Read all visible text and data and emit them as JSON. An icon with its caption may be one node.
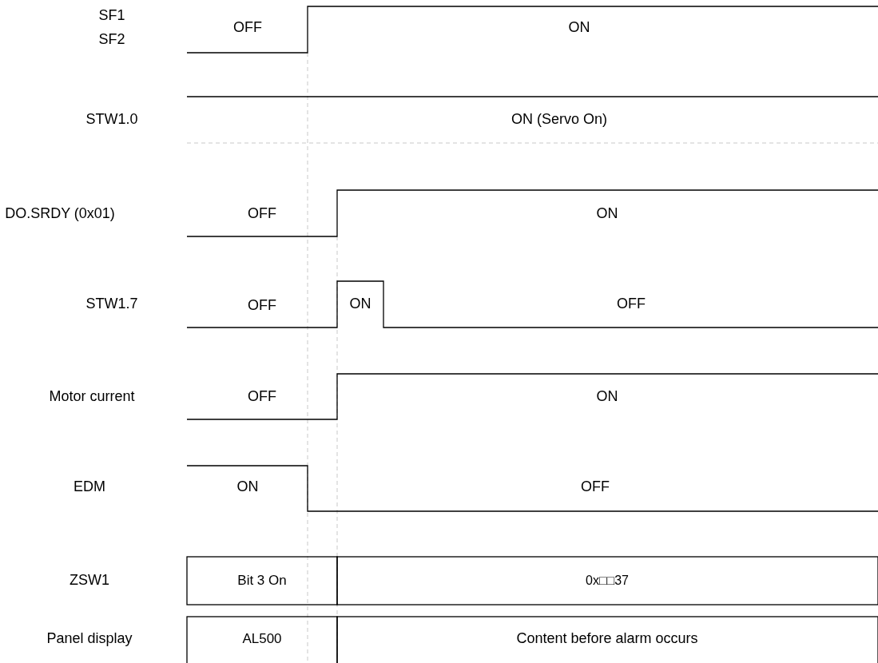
{
  "diagram": {
    "labels": [
      "SF1 SF2",
      "OFF",
      "ON",
      "STW1.0",
      "ON (Servo On)",
      "DO.SRDY (0x01)",
      "OFF",
      "ON",
      "STW1.7",
      "OFF",
      "ON",
      "OFF",
      "Motor current",
      "OFF",
      "ON",
      "EDM",
      "ON",
      "OFF",
      "ZSW1",
      "Bit 3 On",
      "0x□□37",
      "Panel display",
      "AL500",
      "Content before alarm occurs"
    ]
  }
}
